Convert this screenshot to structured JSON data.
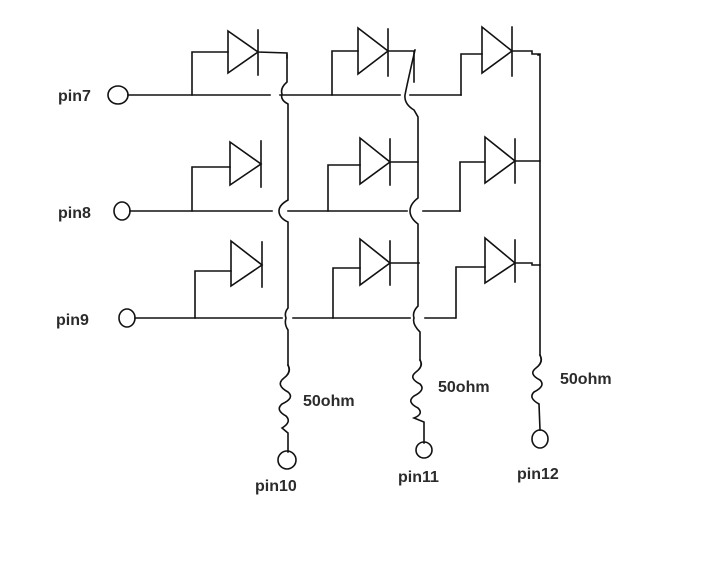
{
  "diagram": {
    "title": "Diode matrix circuit",
    "row_pins": [
      {
        "id": "pin7",
        "label": "pin7"
      },
      {
        "id": "pin8",
        "label": "pin8"
      },
      {
        "id": "pin9",
        "label": "pin9"
      }
    ],
    "column_pins": [
      {
        "id": "pin10",
        "label": "pin10",
        "resistor_label": "50ohm"
      },
      {
        "id": "pin11",
        "label": "pin11",
        "resistor_label": "50ohm"
      },
      {
        "id": "pin12",
        "label": "pin12",
        "resistor_label": "50ohm"
      }
    ],
    "diodes": [
      {
        "row": "pin7",
        "column": "pin10"
      },
      {
        "row": "pin7",
        "column": "pin11"
      },
      {
        "row": "pin7",
        "column": "pin12"
      },
      {
        "row": "pin8",
        "column": "pin10"
      },
      {
        "row": "pin8",
        "column": "pin11"
      },
      {
        "row": "pin8",
        "column": "pin12"
      },
      {
        "row": "pin9",
        "column": "pin10"
      },
      {
        "row": "pin9",
        "column": "pin11"
      },
      {
        "row": "pin9",
        "column": "pin12"
      }
    ]
  }
}
